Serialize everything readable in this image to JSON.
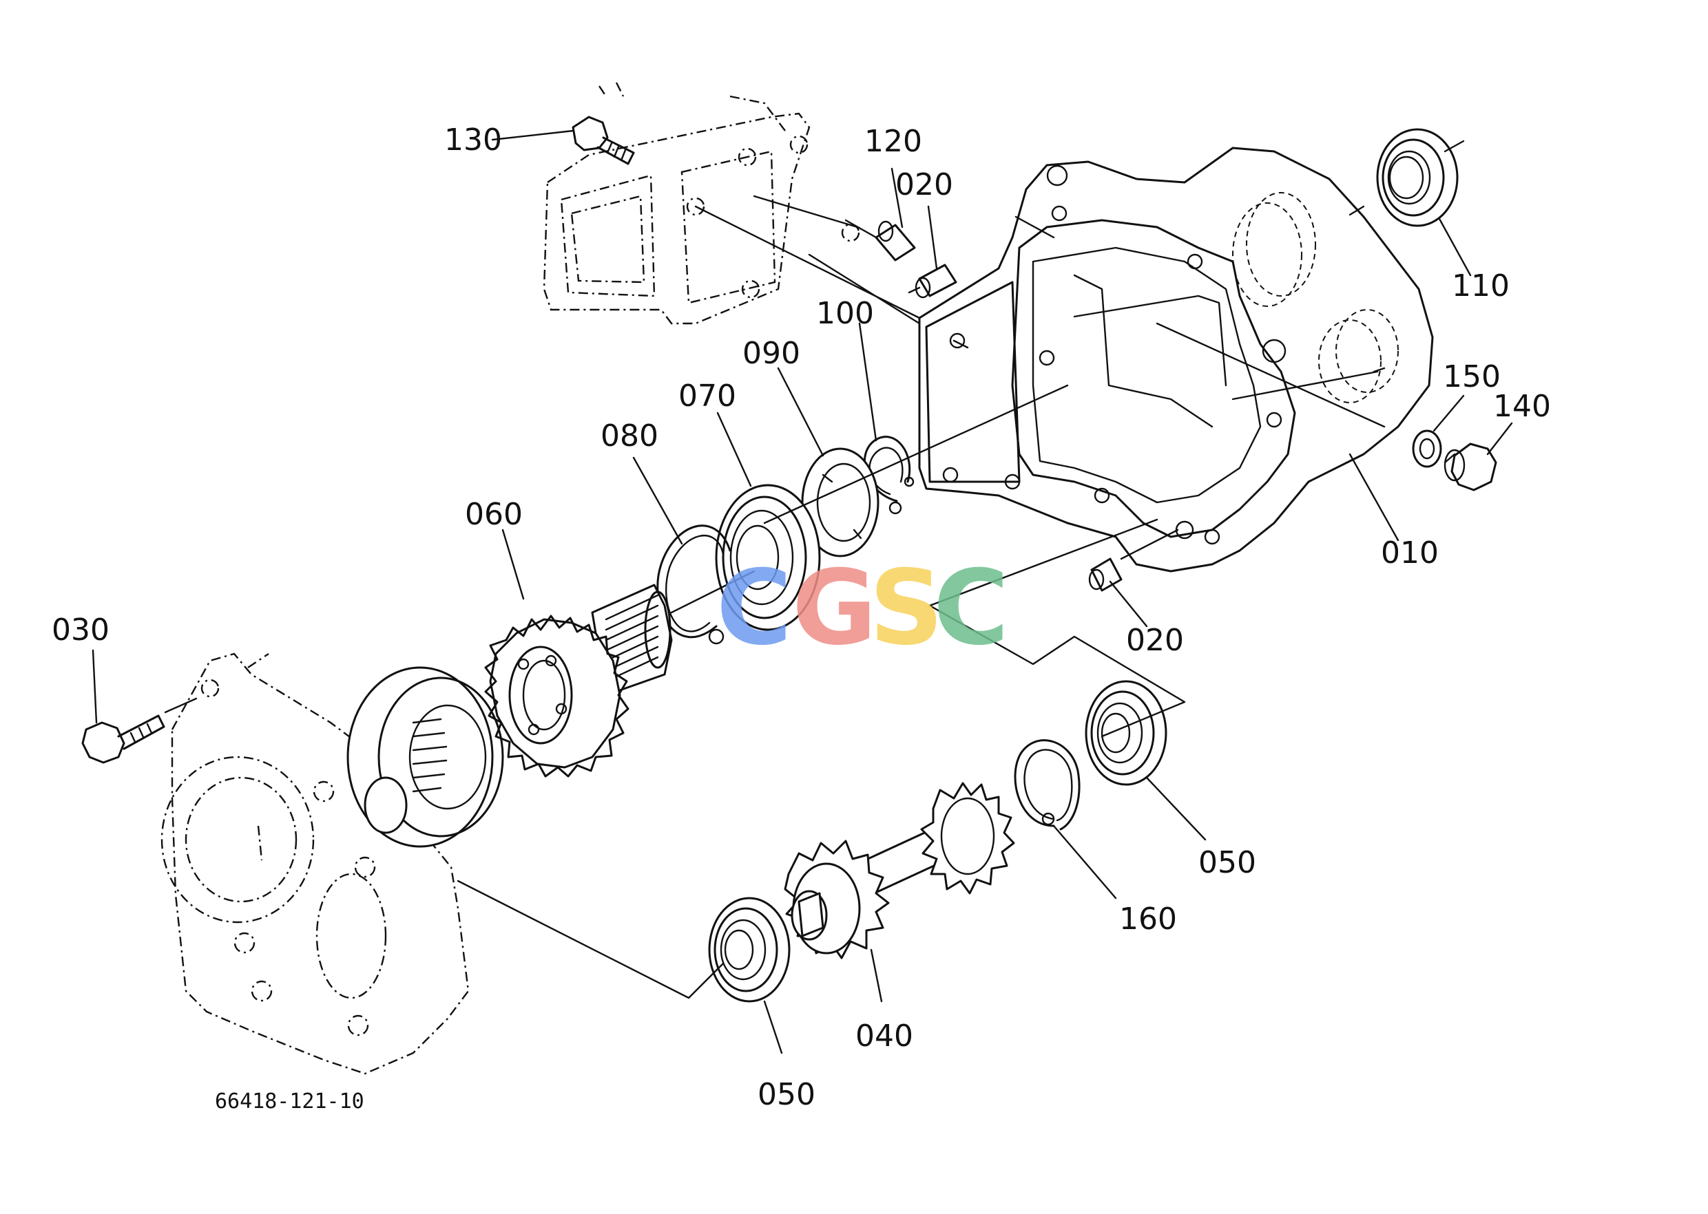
{
  "diagram": {
    "document_number": "66418-121-10",
    "watermark": {
      "letters": [
        "C",
        "G",
        "S",
        "C"
      ],
      "colors": [
        "#6E9BF0",
        "#EE8E86",
        "#F7D25A",
        "#6DBE8C"
      ]
    },
    "callouts": {
      "p130": "130",
      "p120": "120",
      "p020_top": "020",
      "p110": "110",
      "p100": "100",
      "p090": "090",
      "p070": "070",
      "p080": "080",
      "p060": "060",
      "p150": "150",
      "p140": "140",
      "p010": "010",
      "p020_bottom": "020",
      "p030": "030",
      "p050_right": "050",
      "p160": "160",
      "p040": "040",
      "p050_bottom": "050"
    }
  }
}
